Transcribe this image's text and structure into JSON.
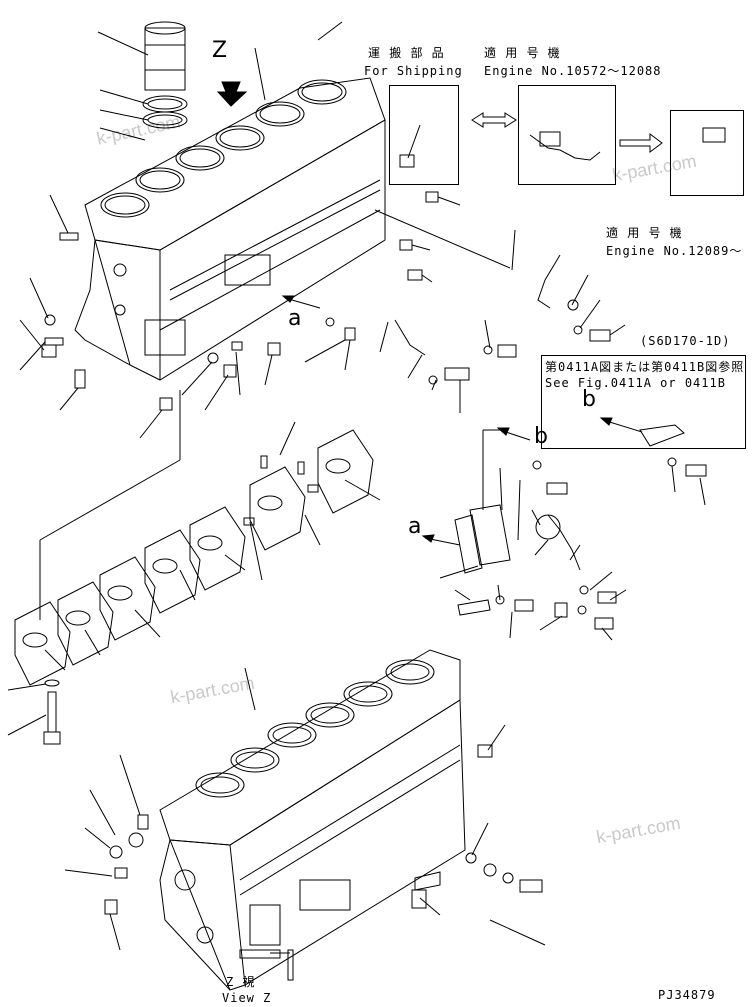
{
  "labels": {
    "view_z_letter": "Z",
    "shipping_jp": "運 搬 部 品",
    "shipping_en": "For Shipping",
    "applicable_jp_1": "適 用 号 機",
    "engine_range_1": "Engine No.10572～12088",
    "applicable_jp_2": "適 用 号 機",
    "engine_range_2": "Engine No.12089～",
    "model": "(S6D170-1D)",
    "ref_jp": "第0411A図または第0411B図参照",
    "ref_en": "See Fig.0411A or 0411B",
    "marker_a": "a",
    "marker_b": "b",
    "view_jp": "Z  視",
    "view_en": "View Z",
    "drawing_no": "PJ34879"
  },
  "watermark": "k-part.com",
  "colors": {
    "line": "#000000",
    "watermark": "#c9c9c9"
  }
}
